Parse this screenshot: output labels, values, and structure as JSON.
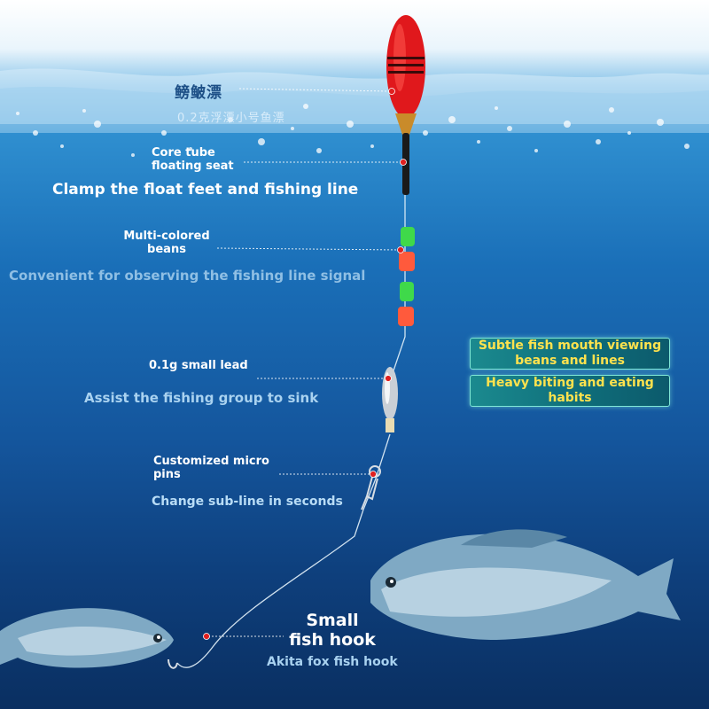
{
  "float": {
    "name_cn": "鳑鲏漂",
    "spec_cn": "0.2克浮漂小号鱼漂"
  },
  "callouts": {
    "core_tube": {
      "label": "Core tube\nfloating seat",
      "desc": "Clamp the float feet and fishing line"
    },
    "beans": {
      "label": "Multi-colored\nbeans",
      "desc": "Convenient for observing the fishing line signal"
    },
    "lead": {
      "label": "0.1g small lead",
      "desc": "Assist the fishing group to sink"
    },
    "pins": {
      "label": "Customized micro\npins",
      "desc": "Change sub-line in seconds"
    },
    "hook": {
      "label": "Small\nfish hook",
      "desc": "Akita fox fish hook"
    }
  },
  "tags": [
    {
      "text": "Subtle fish mouth viewing\nbeans and lines"
    },
    {
      "text": "Heavy biting and eating\nhabits"
    }
  ],
  "colors": {
    "float_red": "#e0181c",
    "bean_green": "#3fd94a",
    "bean_orange": "#ff5a3c",
    "tag_text": "#ffe24d",
    "tag_border": "#7fe6d6",
    "marker": "#e02020"
  },
  "icons": [
    "fishing-float",
    "split-shot-lead",
    "snap-swivel",
    "fish-hook",
    "fish"
  ]
}
